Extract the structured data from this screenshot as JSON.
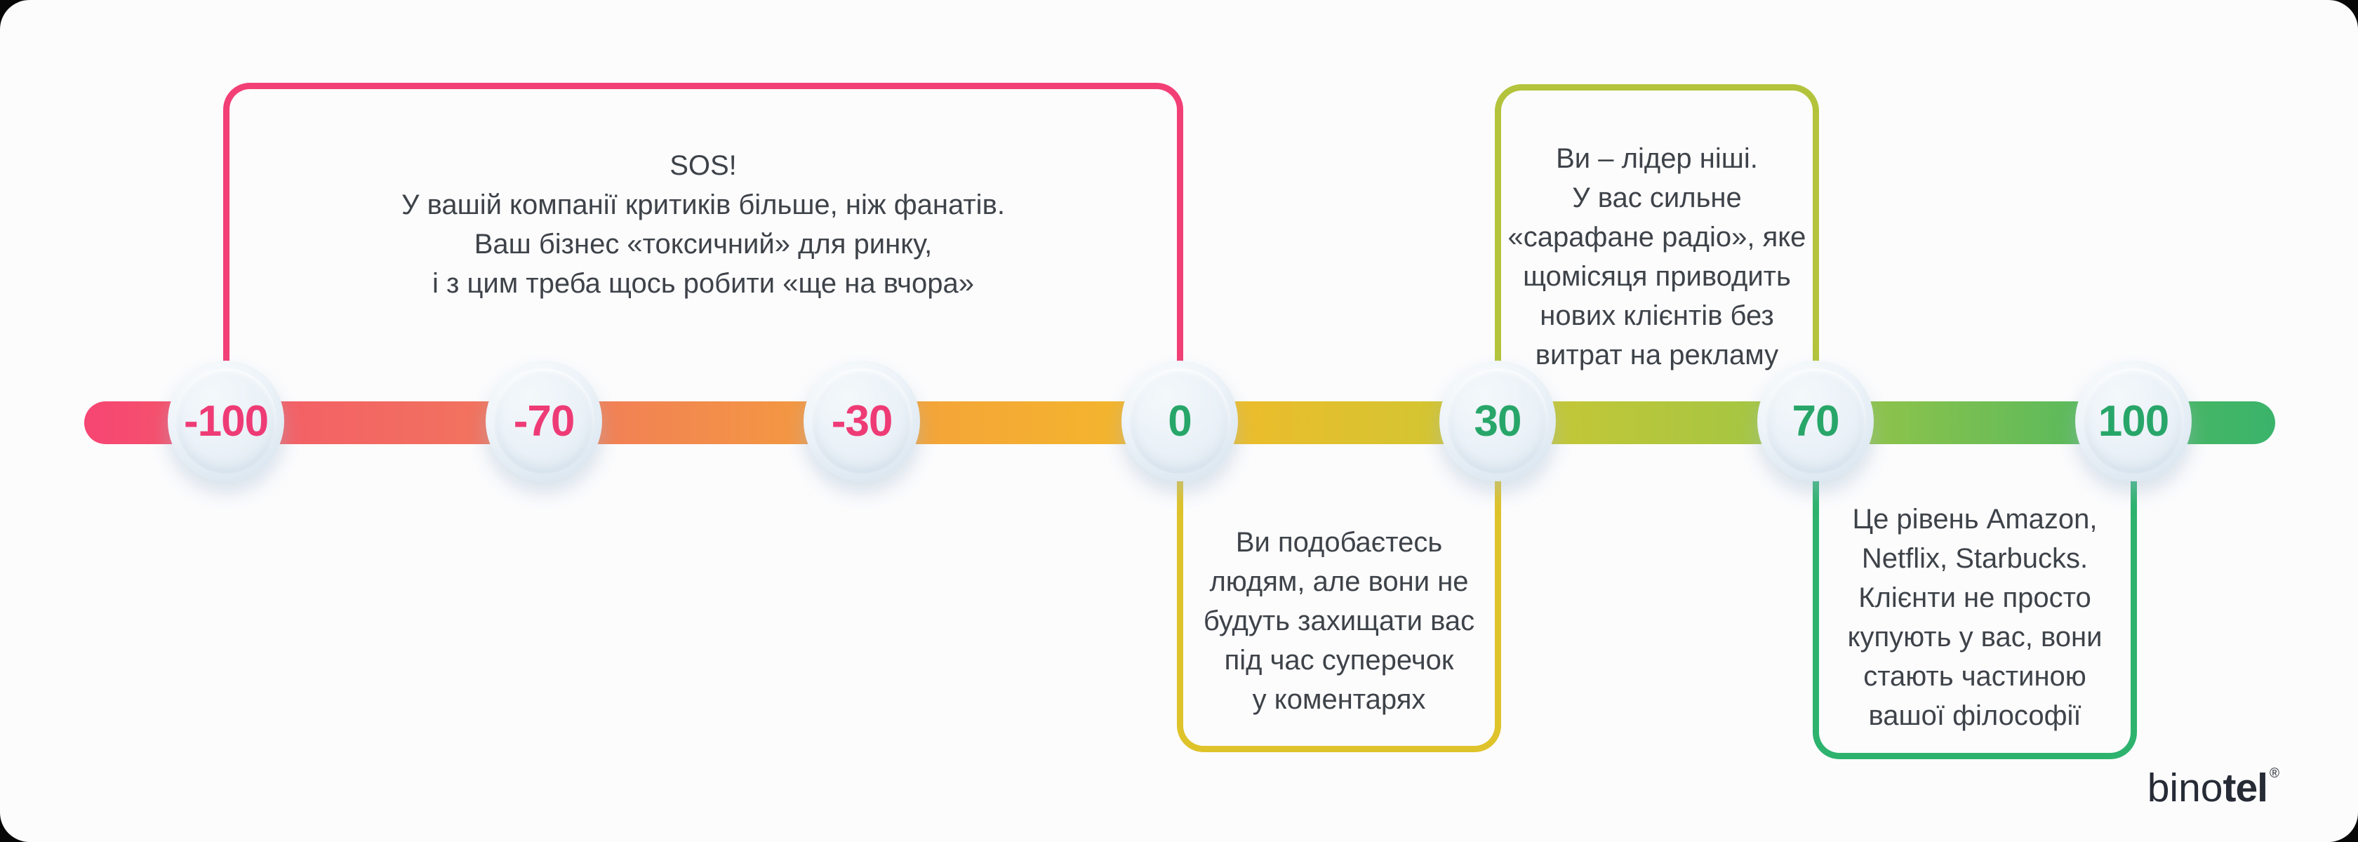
{
  "background": {
    "outer_color": "#070707",
    "canvas_color": "#fcfcfd",
    "text_color": "#3e4349"
  },
  "scale": {
    "type": "nps-gradient-scale",
    "min": -100,
    "max": 100,
    "bar_gradient": "linear-gradient(90deg, #f64573 0%, #f45a68 6.5%, #f1795c 20.9%, #f49f3c 35.5%, #f3ba2a 50%, #ccc733 64.5%, #9cc646 79%, #4eb760 93.5%, #3ab46b 100%)",
    "negative_value_color": "#ee3b76",
    "positive_value_color": "#28a669",
    "markers": [
      {
        "label": "-100",
        "value": -100,
        "color": "#ee3b76"
      },
      {
        "label": "-70",
        "value": -70,
        "color": "#ee3b76"
      },
      {
        "label": "-30",
        "value": -30,
        "color": "#ee3b76"
      },
      {
        "label": "0",
        "value": 0,
        "color": "#28a669"
      },
      {
        "label": "30",
        "value": 30,
        "color": "#28a669"
      },
      {
        "label": "70",
        "value": 70,
        "color": "#28a669"
      },
      {
        "label": "100",
        "value": 100,
        "color": "#28a669"
      }
    ]
  },
  "callouts": [
    {
      "id": "critics",
      "position": "top",
      "range": "-100 to 0",
      "border_color": "#f23f75",
      "lines": [
        "SOS!",
        "У вашій компанії критиків більше, ніж фанатів.",
        "Ваш бізнес «токсичний» для ринку,",
        "і з цим треба щось робити «ще на вчора»"
      ]
    },
    {
      "id": "liked-but-undefended",
      "position": "bottom",
      "range": "0 to 30",
      "border_color": "#dfc32b",
      "lines": [
        "Ви подобаєтесь",
        "людям, але вони не",
        "будуть захищати вас",
        "під час суперечок",
        "у коментарях"
      ]
    },
    {
      "id": "niche-leader",
      "position": "top",
      "range": "30 to 70",
      "border_color": "#b3c43c",
      "lines": [
        "Ви – лідер ніші.",
        "У вас сильне",
        "«сарафане радіо», яке",
        "щомісяця приводить",
        "нових клієнтів без",
        "витрат на рекламу"
      ]
    },
    {
      "id": "world-class",
      "position": "bottom",
      "range": "70 to 100",
      "border_color": "#2db36e",
      "lines": [
        "Це рівень Amazon,",
        "Netflix, Starbucks.",
        "Клієнти не просто",
        "купують у вас, вони",
        "стають частиною",
        "вашої філософії"
      ]
    }
  ],
  "logo": {
    "prefix": "bino",
    "suffix": "tel",
    "registered_mark": "®",
    "color": "#262b36"
  }
}
